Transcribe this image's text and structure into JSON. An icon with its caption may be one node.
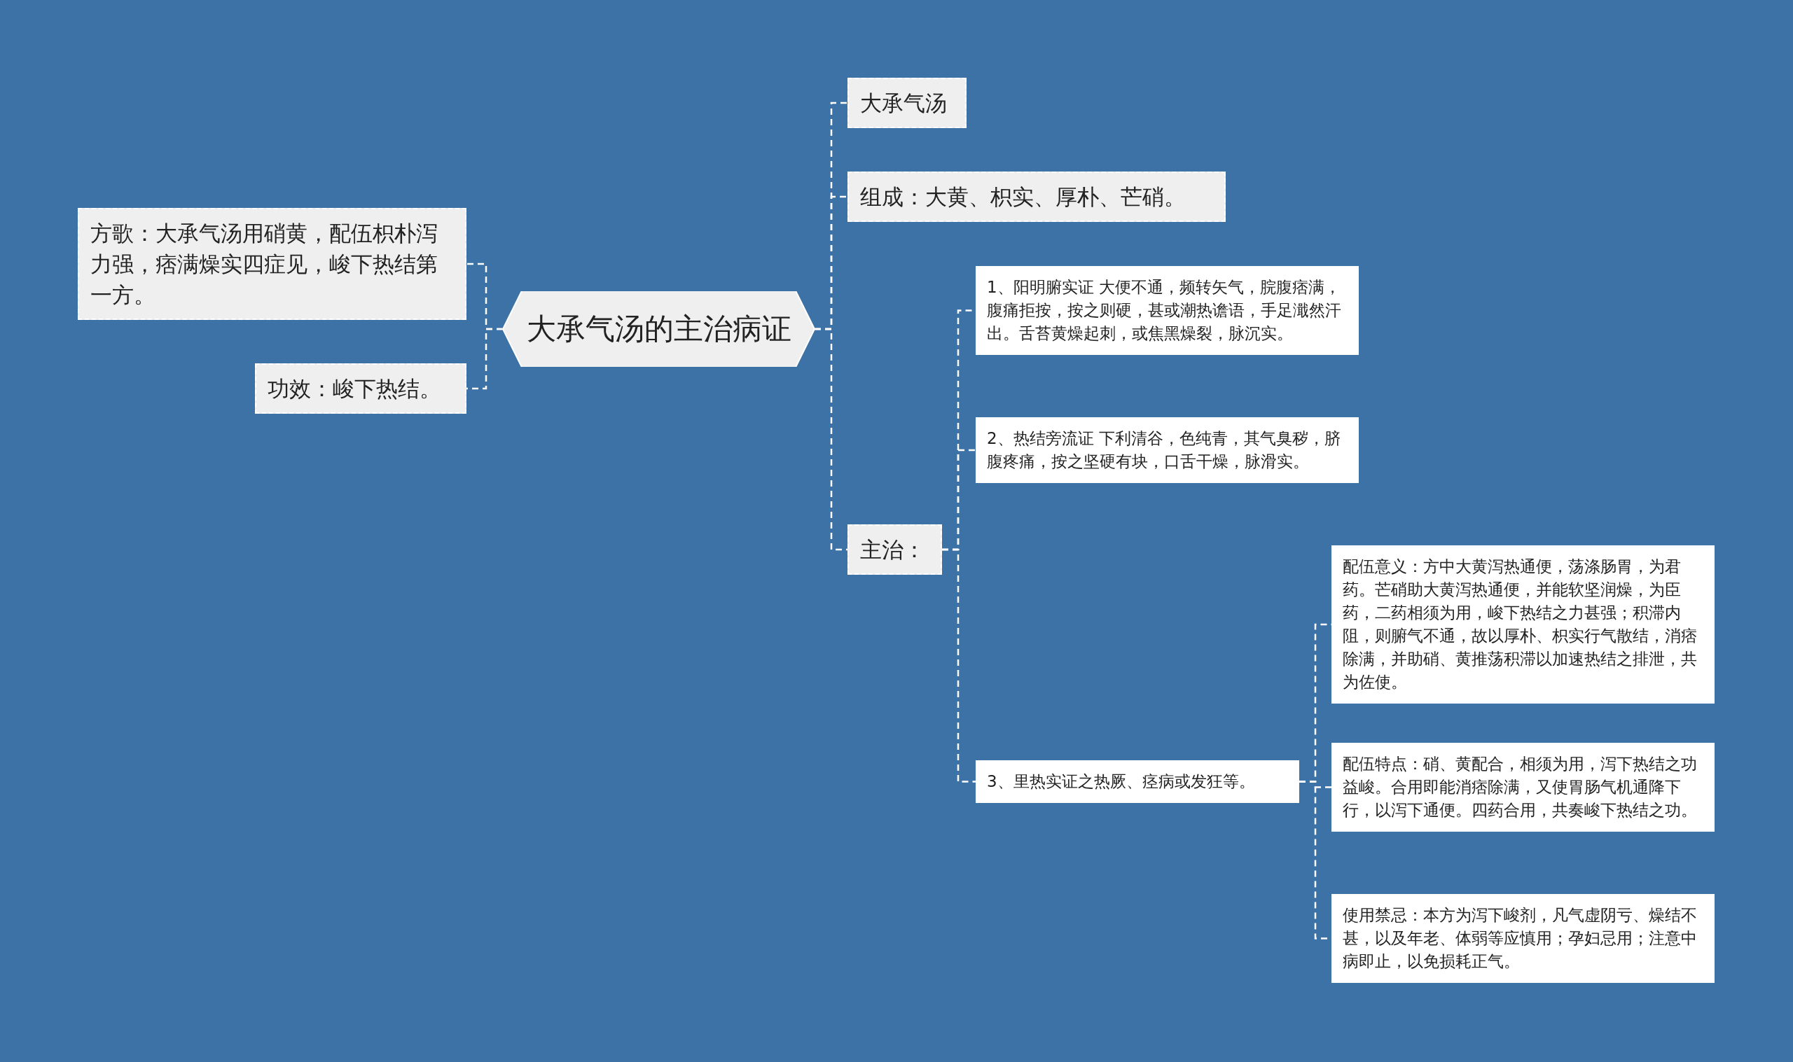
{
  "diagram": {
    "nodes": [
      {
        "text": [
          "大承气汤的主治病证"
        ]
      },
      {
        "text": [
          "方歌：大承气汤用硝黄，配伍枳朴泻力强，痞满燥实四症见，峻下热结第一方。"
        ]
      },
      {
        "text": [
          "功效：峻下热结。"
        ]
      },
      {
        "text": [
          "大承气汤"
        ]
      },
      {
        "text": [
          "组成：大黄、枳实、厚朴、芒硝。"
        ]
      },
      {
        "text": [
          "主治："
        ]
      },
      {
        "text": [
          "1、阳明腑实证 大便不通，频转矢气，脘腹痞满，腹痛拒按，按之则硬，甚或潮热谵语，手足濈然汗出。舌苔黄燥起刺，或焦黑燥裂，脉沉实。"
        ]
      },
      {
        "text": [
          "2、热结旁流证 下利清谷，色纯青，其气臭秽，脐腹疼痛，按之坚硬有块，口舌干燥，脉滑实。"
        ]
      },
      {
        "text": [
          "3、里热实证之热厥、痉病或发狂等。"
        ]
      },
      {
        "text": [
          "配伍意义：方中大黄泻热通便，荡涤肠胃，为君药。芒硝助大黄泻热通便，并能软坚润燥，为臣药，二药相须为用，峻下热结之力甚强；积滞内阻，则腑气不通，故以厚朴、枳实行气散结，消痞除满，并助硝、黄推荡积滞以加速热结之排泄，共为佐使。"
        ]
      },
      {
        "text": [
          "配伍特点：硝、黄配合，相须为用，泻下热结之功益峻。合用即能消痞除满，又使胃肠气机通降下行，以泻下通便。四药合用，共奏峻下热结之功。"
        ]
      },
      {
        "text": [
          "使用禁忌：本方为泻下峻剂，凡气虚阴亏、燥结不甚，以及年老、体弱等应慎用；孕妇忌用；注意中病即止，以免损耗正气。"
        ]
      }
    ],
    "edges": [
      {
        "from": 0,
        "to": 1,
        "arrow": "none"
      },
      {
        "from": 0,
        "to": 2,
        "arrow": "none"
      },
      {
        "from": 0,
        "to": 3,
        "arrow": "none"
      },
      {
        "from": 0,
        "to": 4,
        "arrow": "none"
      },
      {
        "from": 0,
        "to": 5,
        "arrow": "none"
      },
      {
        "from": 5,
        "to": 6,
        "arrow": "none"
      },
      {
        "from": 5,
        "to": 7,
        "arrow": "none"
      },
      {
        "from": 5,
        "to": 8,
        "arrow": "none"
      },
      {
        "from": 8,
        "to": 9,
        "arrow": "none"
      },
      {
        "from": 8,
        "to": 10,
        "arrow": "none"
      },
      {
        "from": 8,
        "to": 11,
        "arrow": "none"
      }
    ]
  }
}
